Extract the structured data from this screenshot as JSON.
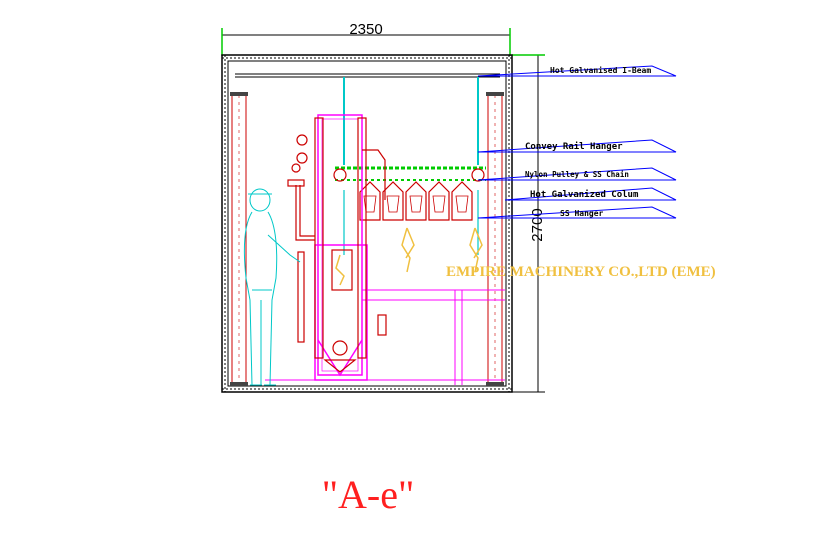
{
  "dimensions": {
    "width": "2350",
    "height": "2700"
  },
  "callouts": [
    "Hot Galvanised I-Beam",
    "Convey Rail Hanger",
    "Nylon Pulley & SS Chain",
    "Hot Galvanized Colum",
    "SS Hanger"
  ],
  "watermark": "EMPIRE MACHINERY CO.,LTD (EME)",
  "caption": "\"A-e\"",
  "colors": {
    "frame": "#000000",
    "magenta": "#ff00ff",
    "red": "#cc0000",
    "cyan": "#00c8c8",
    "green": "#00cc00",
    "blue": "#0000ff",
    "yellow": "#f0c040",
    "caption": "#ff2020"
  }
}
